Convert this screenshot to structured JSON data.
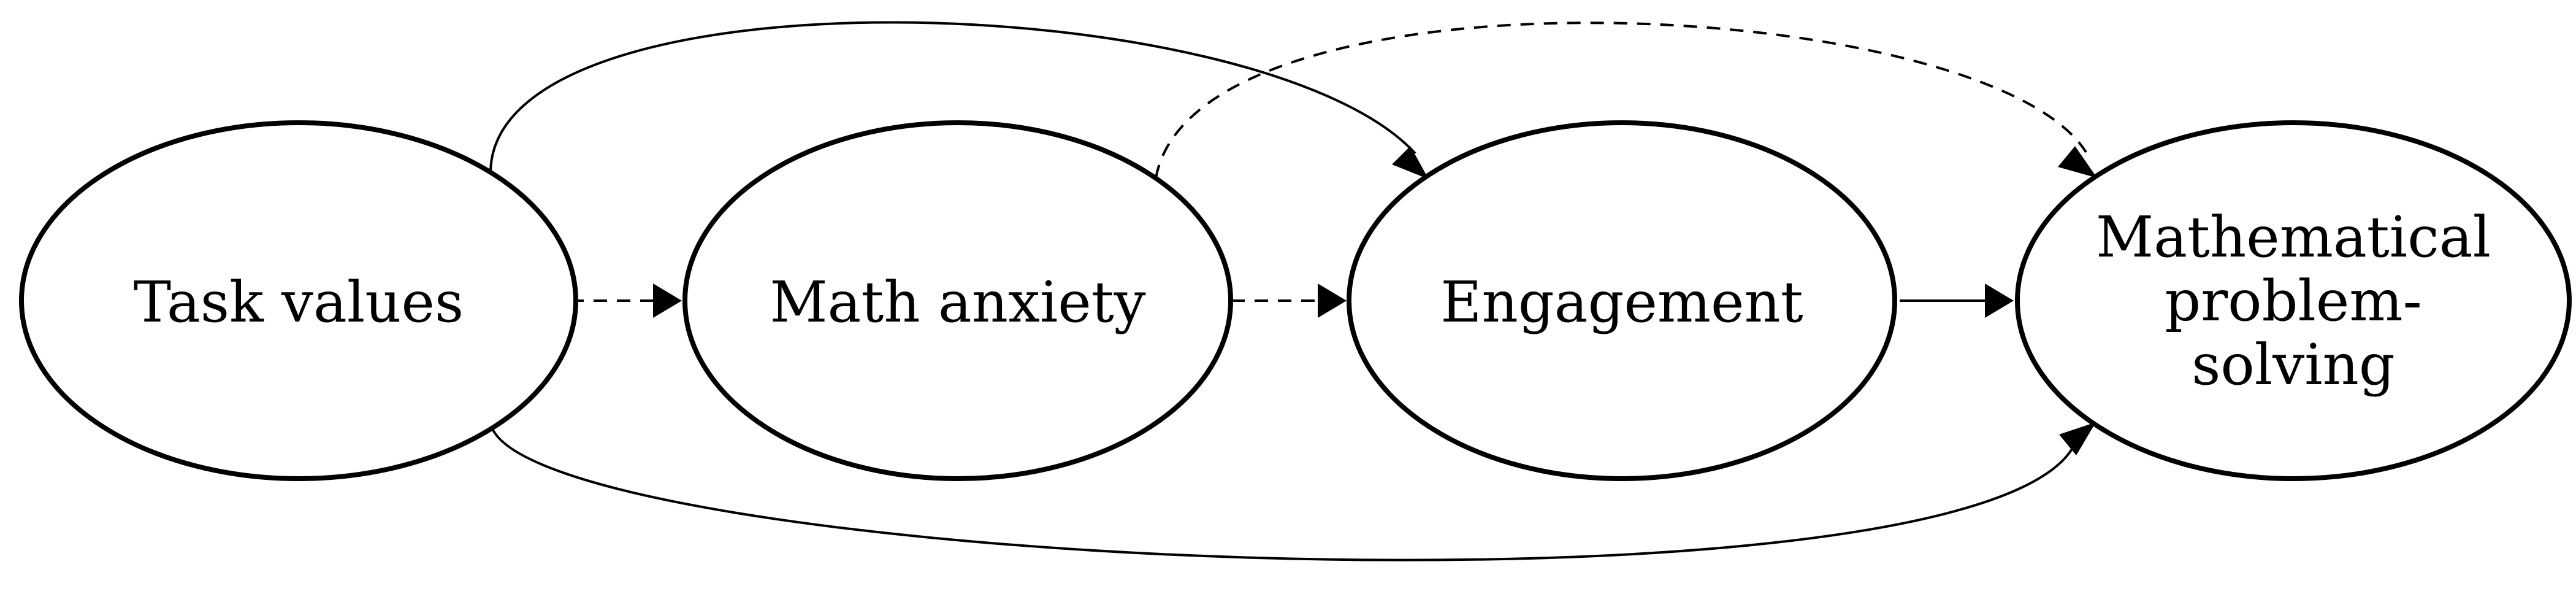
{
  "diagram": {
    "nodes": [
      {
        "id": "task_values",
        "lines": [
          "Task values"
        ]
      },
      {
        "id": "math_anxiety",
        "lines": [
          "Math anxiety"
        ]
      },
      {
        "id": "engagement",
        "lines": [
          "Engagement"
        ]
      },
      {
        "id": "problem_solving",
        "lines": [
          "Mathematical",
          "problem-",
          "solving"
        ]
      }
    ],
    "edges": [
      {
        "from": "task_values",
        "to": "math_anxiety",
        "style": "dashed"
      },
      {
        "from": "math_anxiety",
        "to": "engagement",
        "style": "dashed"
      },
      {
        "from": "engagement",
        "to": "problem_solving",
        "style": "solid"
      },
      {
        "from": "task_values",
        "to": "engagement",
        "style": "solid"
      },
      {
        "from": "math_anxiety",
        "to": "problem_solving",
        "style": "dashed"
      },
      {
        "from": "task_values",
        "to": "problem_solving",
        "style": "solid"
      }
    ]
  }
}
